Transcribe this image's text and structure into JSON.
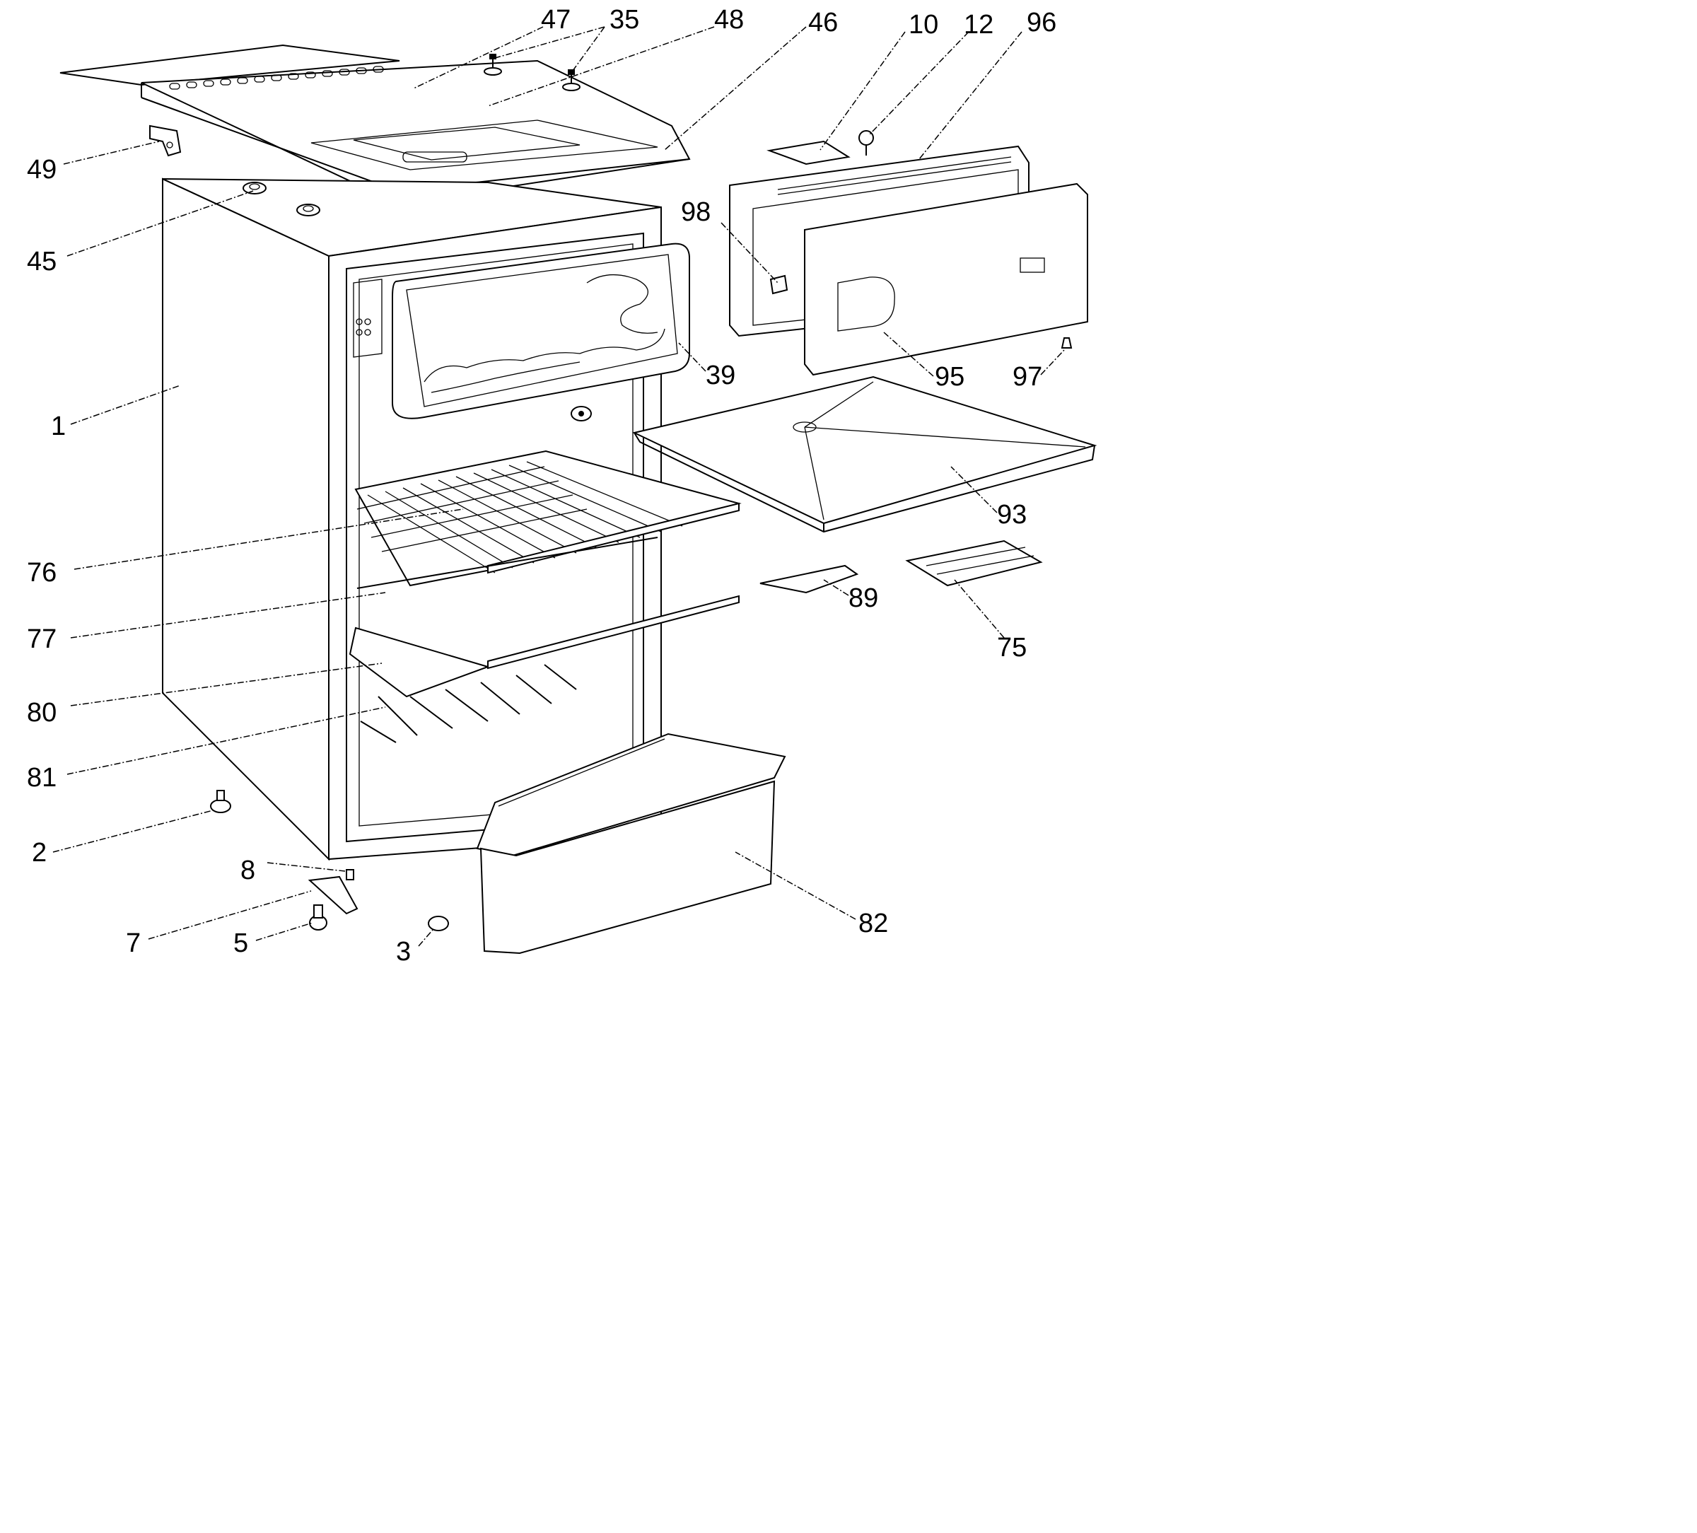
{
  "diagram": {
    "labels": [
      "47",
      "35",
      "48",
      "46",
      "10",
      "12",
      "96",
      "49",
      "45",
      "98",
      "39",
      "95",
      "97",
      "1",
      "93",
      "76",
      "89",
      "75",
      "77",
      "80",
      "81",
      "2",
      "8",
      "82",
      "7",
      "5",
      "3"
    ]
  }
}
